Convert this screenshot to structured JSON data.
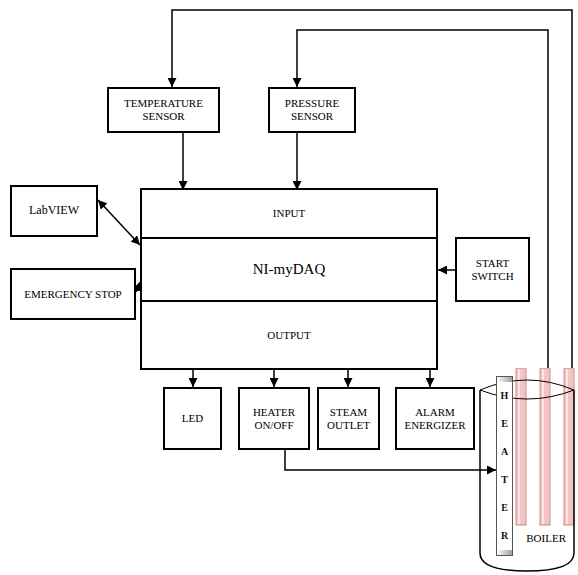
{
  "diagram": {
    "nodes": [
      {
        "text": [
          "TEMPERATURE SENSOR"
        ]
      },
      {
        "text": [
          "PRESSURE SENSOR"
        ]
      },
      {
        "text": [
          "LabVIEW"
        ]
      },
      {
        "text": [
          "NI-myDAQ"
        ]
      },
      {
        "text": [
          "INPUT"
        ],
        "in": 3
      },
      {
        "text": [
          "OUTPUT"
        ],
        "in": 3
      },
      {
        "text": [
          "EMERGENCY STOP"
        ]
      },
      {
        "text": [
          "START SWITCH"
        ]
      },
      {
        "text": [
          "LED"
        ]
      },
      {
        "text": [
          "HEATER ON/OFF"
        ]
      },
      {
        "text": [
          "STEAM OUTLET"
        ]
      },
      {
        "text": [
          "ALARM ENERGIZER"
        ]
      },
      {
        "text": [
          "BOILER"
        ]
      },
      {
        "text": [
          "HEATER"
        ],
        "in": 12
      }
    ],
    "edges": [
      {
        "from": 12,
        "to": 0,
        "arrow": "to"
      },
      {
        "from": 12,
        "to": 1,
        "arrow": "to"
      },
      {
        "from": 0,
        "to": 4,
        "arrow": "to"
      },
      {
        "from": 1,
        "to": 4,
        "arrow": "to"
      },
      {
        "from": 2,
        "to": 3,
        "arrow": "both"
      },
      {
        "from": 6,
        "to": 3,
        "arrow": "to"
      },
      {
        "from": 7,
        "to": 3,
        "arrow": "to"
      },
      {
        "from": 5,
        "to": 8,
        "arrow": "to"
      },
      {
        "from": 5,
        "to": 9,
        "arrow": "to"
      },
      {
        "from": 5,
        "to": 10,
        "arrow": "to"
      },
      {
        "from": 5,
        "to": 11,
        "arrow": "to"
      },
      {
        "from": 9,
        "to": 13,
        "arrow": "to"
      }
    ]
  }
}
